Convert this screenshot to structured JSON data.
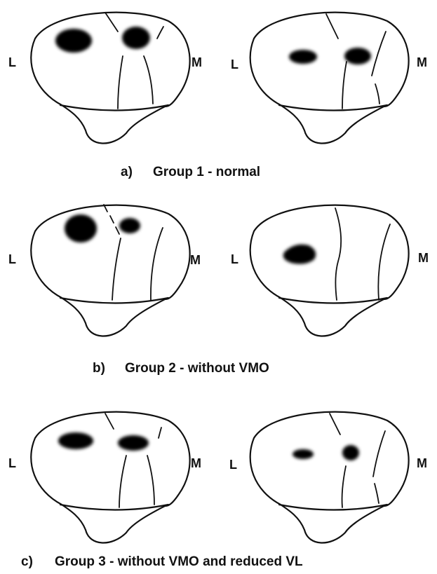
{
  "panels": [
    {
      "caption_letter": "a)",
      "caption_text": "Group 1 - normal",
      "left_view": {
        "label_left": "L",
        "label_right": "M"
      },
      "right_view": {
        "label_left": "L",
        "label_right": "M"
      }
    },
    {
      "caption_letter": "b)",
      "caption_text": "Group 2 - without VMO",
      "left_view": {
        "label_left": "L",
        "label_right": "M"
      },
      "right_view": {
        "label_left": "L",
        "label_right": "M"
      }
    },
    {
      "caption_letter": "c)",
      "caption_text": "Group 3 - without VMO and reduced VL",
      "left_view": {
        "label_left": "L",
        "label_right": "M"
      },
      "right_view": {
        "label_left": "L",
        "label_right": "M"
      }
    }
  ],
  "colors": {
    "ink": "#111111",
    "spot": "#000000",
    "background": "#ffffff"
  }
}
